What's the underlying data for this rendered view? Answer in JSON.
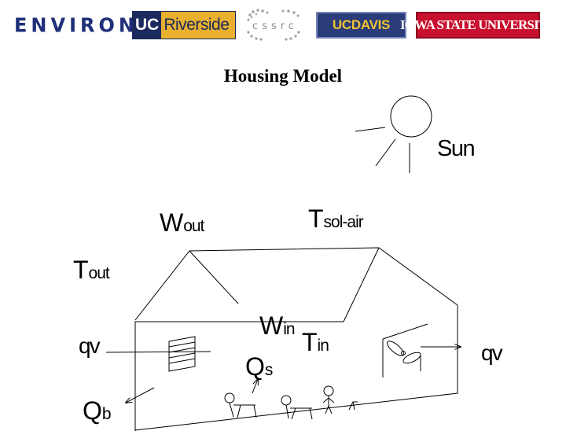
{
  "logos": [
    {
      "name": "ENVIRON"
    },
    {
      "name": "UC Riverside",
      "parts": [
        "UC",
        "Riverside"
      ]
    },
    {
      "name": "cssrc"
    },
    {
      "name": "UC DAVIS",
      "parts": [
        "UC",
        "DAVIS"
      ]
    },
    {
      "name": "IOWA STATE UNIVERSITY"
    }
  ],
  "diagram": {
    "title": "Housing Model",
    "labels": {
      "sun": "Sun",
      "w_out": {
        "base": "W",
        "sub": "out"
      },
      "t_solair": {
        "base": "T",
        "sub": "sol-air"
      },
      "t_out": {
        "base": "T",
        "sub": "out"
      },
      "qv_left": "qv",
      "qb": {
        "base": "Q",
        "sub": "b"
      },
      "w_in": {
        "base": "W",
        "sub": "in"
      },
      "t_in": {
        "base": "T",
        "sub": "in"
      },
      "qs": {
        "base": "Q",
        "sub": "s"
      },
      "qv_right": "qv"
    },
    "icons": [
      "sun-icon",
      "house-icon",
      "window-icon",
      "fan-icon",
      "person-icon",
      "pet-icon"
    ]
  }
}
